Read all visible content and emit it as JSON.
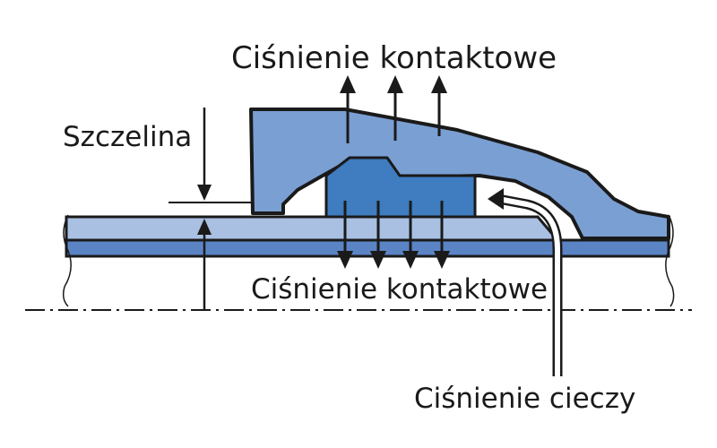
{
  "labels": {
    "contact_pressure_top": "Ciśnienie kontaktowe",
    "gap": "Szczelina",
    "contact_pressure_bottom": "Ciśnienie kontaktowe",
    "fluid_pressure": "Ciśnienie cieczy"
  },
  "colors": {
    "seal_body": "#7a9fd3",
    "seal_insert": "#3f7cc0",
    "shaft_light": "#a9c0e3",
    "shaft_dark": "#5b84c5",
    "outline": "#1a1a1a"
  }
}
